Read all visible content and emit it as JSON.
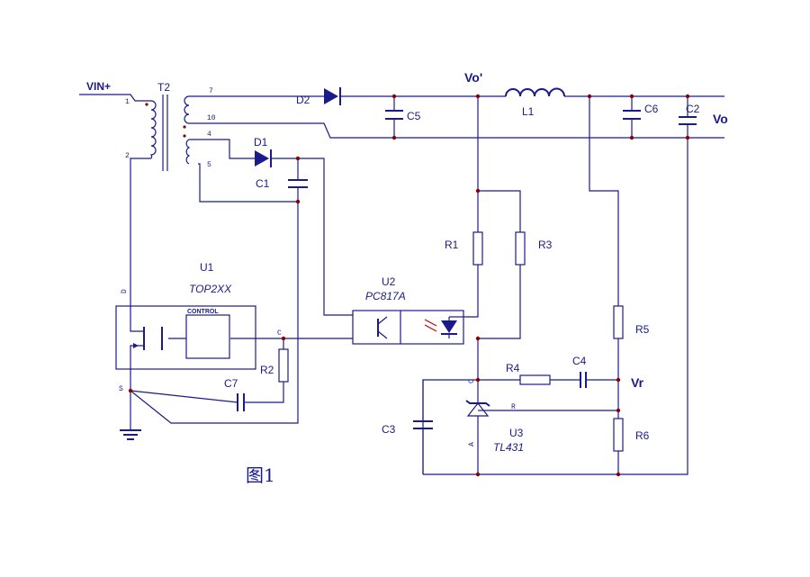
{
  "labels": {
    "vin": "VIN+",
    "t2": "T2",
    "pin1": "1",
    "pin2": "2",
    "pin7": "7",
    "pin10": "10",
    "pin4": "4",
    "pin5": "5",
    "d2": "D2",
    "vo_prime": "Vo'",
    "c5": "C5",
    "l1": "L1",
    "c6": "C6",
    "c2": "C2",
    "vo": "Vo",
    "d1": "D1",
    "c1": "C1",
    "r1": "R1",
    "r3": "R3",
    "u1": "U1",
    "u1_part": "TOP2XX",
    "u2": "U2",
    "u2_part": "PC817A",
    "d_pin": "D",
    "control": "CONTROL",
    "c_pin": "C",
    "r2": "R2",
    "c7": "C7",
    "s_pin": "S",
    "r5": "R5",
    "r4": "R4",
    "c4": "C4",
    "vr": "Vr",
    "c3": "C3",
    "u3": "U3",
    "u3_part": "TL431",
    "r_pin": "R",
    "a_pin": "A",
    "k_pin": "C",
    "r6": "R6",
    "caption": "图1"
  },
  "colors": {
    "wire": "#1a1a8a",
    "junction": "#8b0000",
    "led_arrow": "#cc0000"
  }
}
